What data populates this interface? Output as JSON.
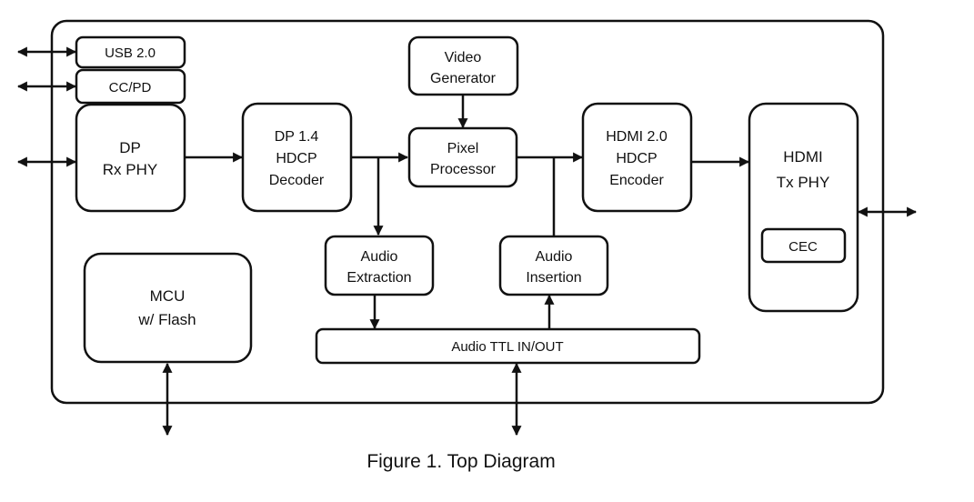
{
  "blocks": {
    "usb": {
      "label": "USB 2.0"
    },
    "ccpd": {
      "label": "CC/PD"
    },
    "dp_rx": {
      "line1": "DP",
      "line2": "Rx PHY"
    },
    "dp_decoder": {
      "line1": "DP 1.4",
      "line2": "HDCP",
      "line3": "Decoder"
    },
    "video_gen": {
      "line1": "Video",
      "line2": "Generator"
    },
    "pixel_proc": {
      "line1": "Pixel",
      "line2": "Processor"
    },
    "hdmi_encoder": {
      "line1": "HDMI 2.0",
      "line2": "HDCP",
      "line3": "Encoder"
    },
    "hdmi_tx": {
      "line1": "HDMI",
      "line2": "Tx PHY"
    },
    "cec": {
      "label": "CEC"
    },
    "audio_extract": {
      "line1": "Audio",
      "line2": "Extraction"
    },
    "audio_insert": {
      "line1": "Audio",
      "line2": "Insertion"
    },
    "mcu": {
      "line1": "MCU",
      "line2": "w/ Flash"
    },
    "audio_ttl": {
      "label": "Audio TTL IN/OUT"
    }
  },
  "caption": "Figure 1. Top Diagram"
}
